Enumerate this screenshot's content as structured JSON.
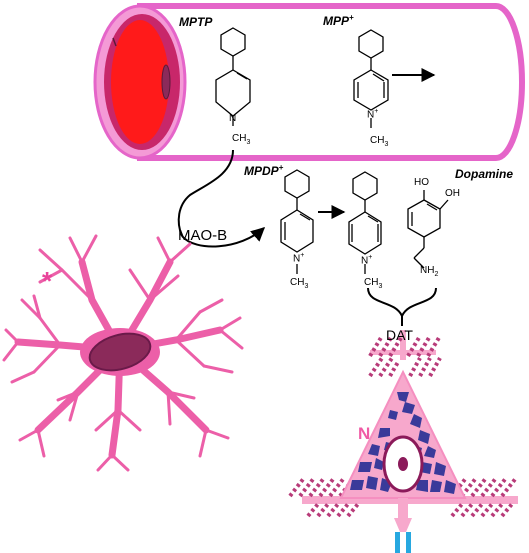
{
  "labels": {
    "mptp": "MPTP",
    "mpp": "MPP",
    "mpp_sup": "+",
    "mpdp": "MPDP",
    "mpdp_sup": "+",
    "dopamine": "Dopamine",
    "mao_b": "MAO-B",
    "dat": "DAT",
    "neuron": "N",
    "astrocyte_marker": "*"
  },
  "atoms": {
    "n": "N",
    "n_plus": "+",
    "ch3": "CH",
    "ch3_sub": "3",
    "ho": "HO",
    "oh": "OH",
    "nh2": "NH",
    "nh2_sub": "2"
  },
  "colors": {
    "vessel_pink": "#f49ad6",
    "vessel_outline": "#e565c9",
    "lumen_red": "#ff1a1a",
    "wall_magenta": "#c8276a",
    "astrocyte_pink": "#ec5fa8",
    "astro_nucleus": "#8b2a5a",
    "neuron_pink": "#f7a8cc",
    "neuron_blobs": "#3a3a9a",
    "axon_cyan": "#27a8e0"
  }
}
